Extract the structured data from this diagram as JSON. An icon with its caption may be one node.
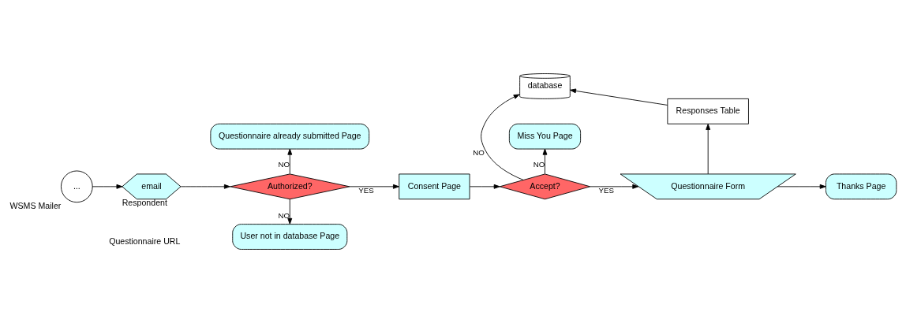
{
  "diagram": {
    "nodes": [
      {
        "text": [
          "..."
        ],
        "beside": [
          "WSMS Mailer"
        ]
      },
      {
        "text": [
          "email"
        ],
        "beside": [
          "Respondent",
          "Questionnaire URL"
        ]
      },
      {
        "text": [
          "Authorized?"
        ]
      },
      {
        "text": [
          "Questionnaire already submitted Page"
        ]
      },
      {
        "text": [
          "User not in database Page"
        ]
      },
      {
        "text": [
          "Consent Page"
        ]
      },
      {
        "text": [
          "Accept?"
        ]
      },
      {
        "text": [
          "Miss You Page"
        ]
      },
      {
        "text": [
          "Questionnaire Form"
        ]
      },
      {
        "text": [
          "Thanks Page"
        ]
      },
      {
        "text": [
          "Responses Table"
        ]
      },
      {
        "text": [
          "database"
        ]
      }
    ],
    "edges": [
      {
        "from": 0,
        "to": 1,
        "arrow": "to"
      },
      {
        "from": 1,
        "to": 2,
        "arrow": "to"
      },
      {
        "from": 2,
        "to": 3,
        "arrow": "to",
        "label": "NO"
      },
      {
        "from": 2,
        "to": 4,
        "arrow": "to",
        "label": "NO"
      },
      {
        "from": 2,
        "to": 5,
        "arrow": "to",
        "label": "YES"
      },
      {
        "from": 5,
        "to": 6,
        "arrow": "to"
      },
      {
        "from": 6,
        "to": 7,
        "arrow": "to",
        "label": "NO"
      },
      {
        "from": 6,
        "to": 11,
        "arrow": "to",
        "label": "NO"
      },
      {
        "from": 6,
        "to": 8,
        "arrow": "to",
        "label": "YES"
      },
      {
        "from": 8,
        "to": 9,
        "arrow": "to"
      },
      {
        "from": 8,
        "to": 10,
        "arrow": "to"
      },
      {
        "from": 10,
        "to": 11,
        "arrow": "to"
      }
    ]
  }
}
